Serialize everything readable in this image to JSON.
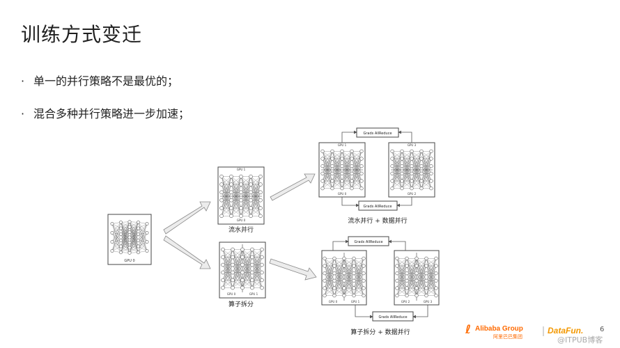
{
  "slide": {
    "title": "训练方式变迁",
    "bullets": [
      "单一的并行策略不是最优的；",
      "混合多种并行策略进一步加速；"
    ],
    "page_number": "6"
  },
  "diagram": {
    "gpu0": "GPU 0",
    "gpu1": "GPU 1",
    "gpu2": "GPU 2",
    "gpu3": "GPU 3",
    "allreduce": "Grads AllReduce",
    "pipeline_caption": "流水并行",
    "operator_caption": "算子拆分",
    "pipeline_dp_caption": "流水并行 + 数据并行",
    "operator_dp_caption": "算子拆分 + 数据并行"
  },
  "footer": {
    "alibaba_brand": "Alibaba Group",
    "alibaba_cn": "阿里巴巴集团",
    "datafun_brand": "DataFun.",
    "watermark": "@ITPUB博客"
  },
  "colors": {
    "alibaba_orange": "#ff6a00",
    "datafun_orange": "#f39800",
    "line": "#555555",
    "arrow_fill": "#ececec"
  }
}
